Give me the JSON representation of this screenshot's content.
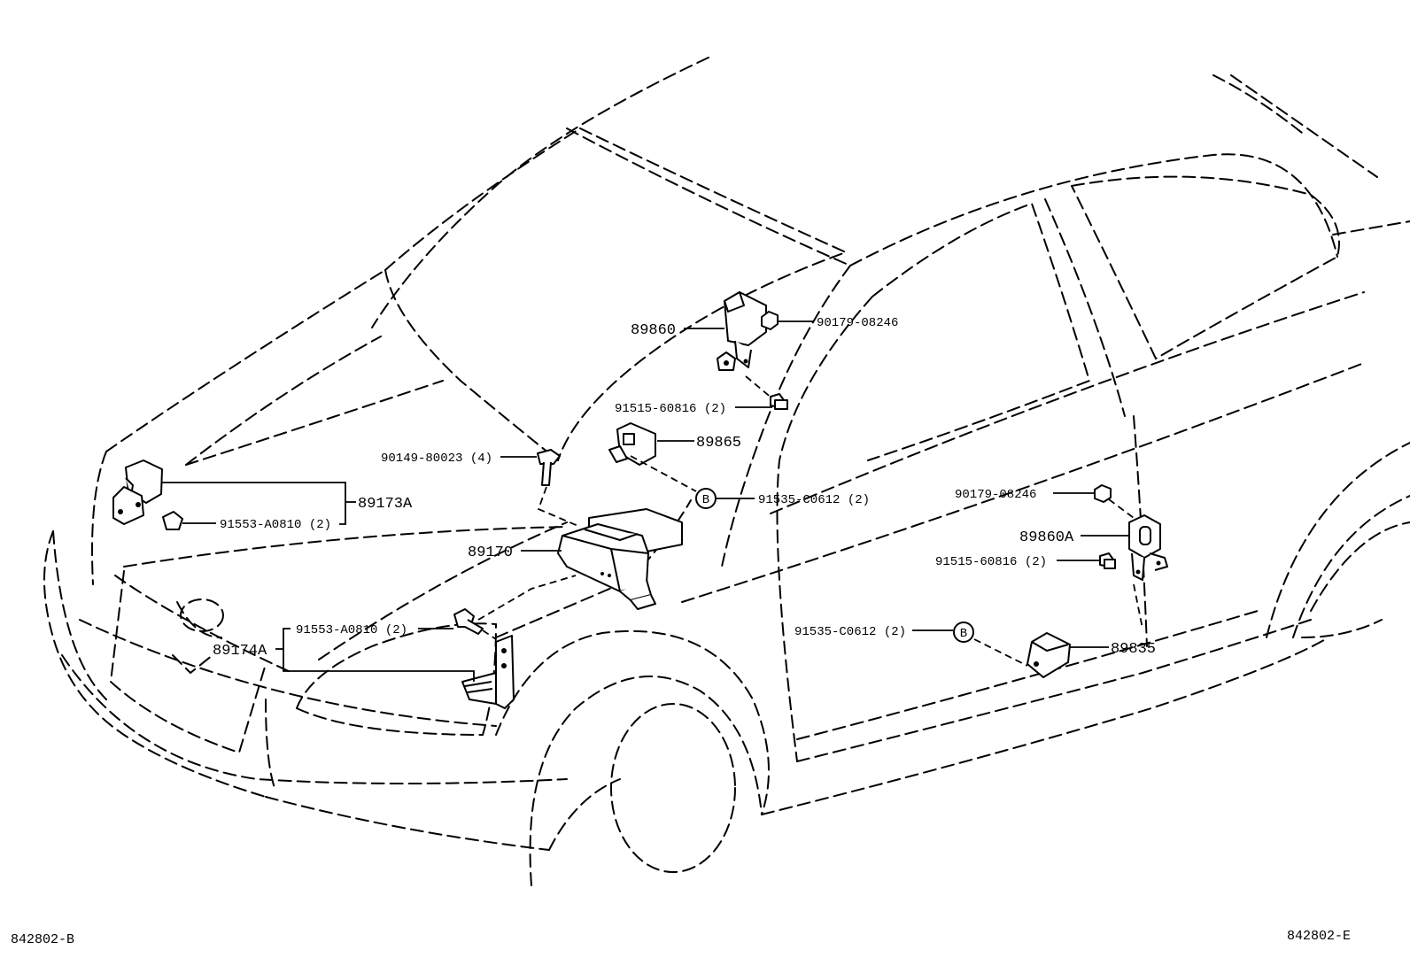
{
  "diagram": {
    "corner_codes": {
      "left": "842802-B",
      "right": "842802-E"
    },
    "callouts": {
      "c89860": "89860",
      "c90179_top": "90179-08246",
      "c91515_top": "91515-60816 (2)",
      "c89865": "89865",
      "c90149": "90149-80023 (4)",
      "c91535_top": "91535-C0612 (2)",
      "c89173A": "89173A",
      "c91553_top": "91553-A0810 (2)",
      "c89170": "89170",
      "c90179_right": "90179-08246",
      "c89860A": "89860A",
      "c91515_right": "91515-60816 (2)",
      "c91553_mid": "91553-A0810 (2)",
      "c89174A": "89174A",
      "c91535_right": "91535-C0612 (2)",
      "c89835": "89835"
    },
    "markers": {
      "b_top": "B",
      "b_right": "B"
    }
  }
}
